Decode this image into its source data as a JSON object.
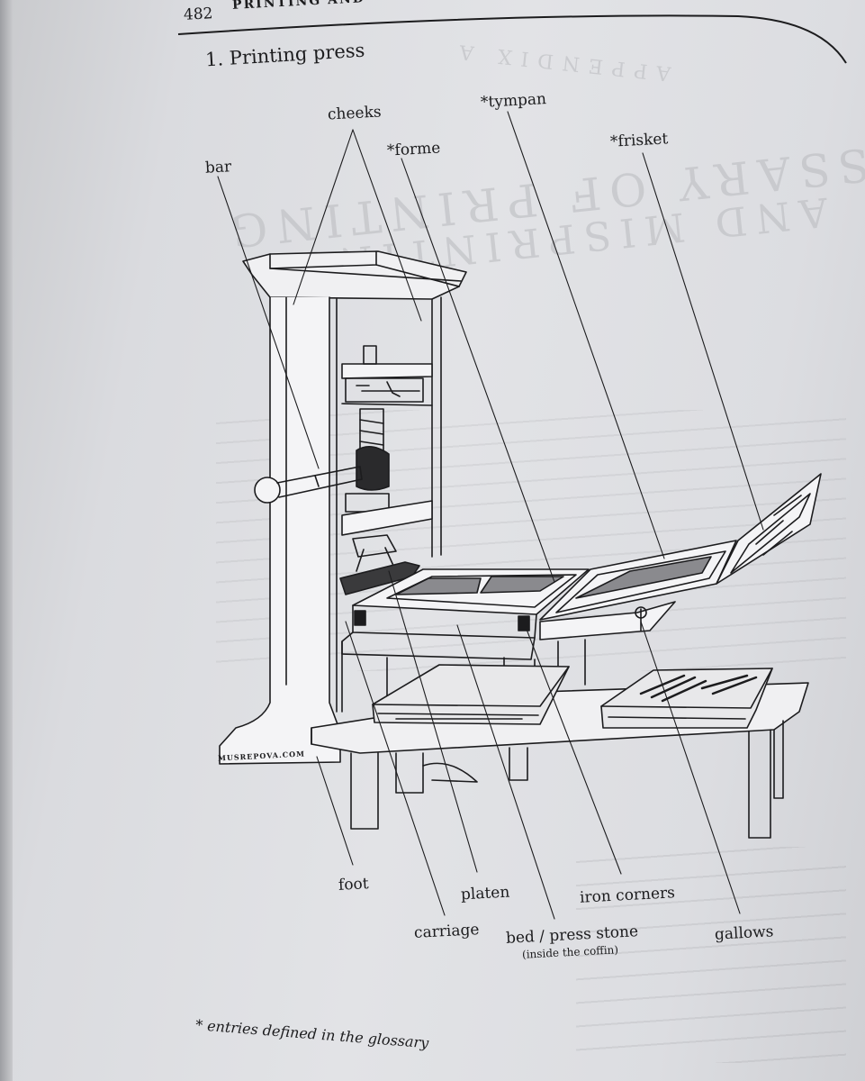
{
  "header": {
    "page_number": "482",
    "running_head": "PRINTING AND"
  },
  "section": {
    "title": "1. Printing press"
  },
  "labels": {
    "cheeks": "cheeks",
    "bar": "bar",
    "forme": "*forme",
    "tympan": "*tympan",
    "frisket": "*frisket",
    "foot": "foot",
    "platen": "platen",
    "carriage": "carriage",
    "bed": "bed / press stone",
    "bed_note": "(inside the coffin)",
    "iron_corners": "iron corners",
    "gallows": "gallows"
  },
  "illustration": {
    "credit": "MUSREPOVA.COM"
  },
  "ghost_text": {
    "appendix": "APPENDIX A",
    "title_line_1": "GLOSSARY OF PRINTING",
    "title_line_2": "AND MISPRINTING"
  },
  "footnote": "* entries defined in the glossary",
  "colors": {
    "paper": "#e2e3e6",
    "ink": "#1c1c1e",
    "bleed_through": "#b9babe"
  }
}
